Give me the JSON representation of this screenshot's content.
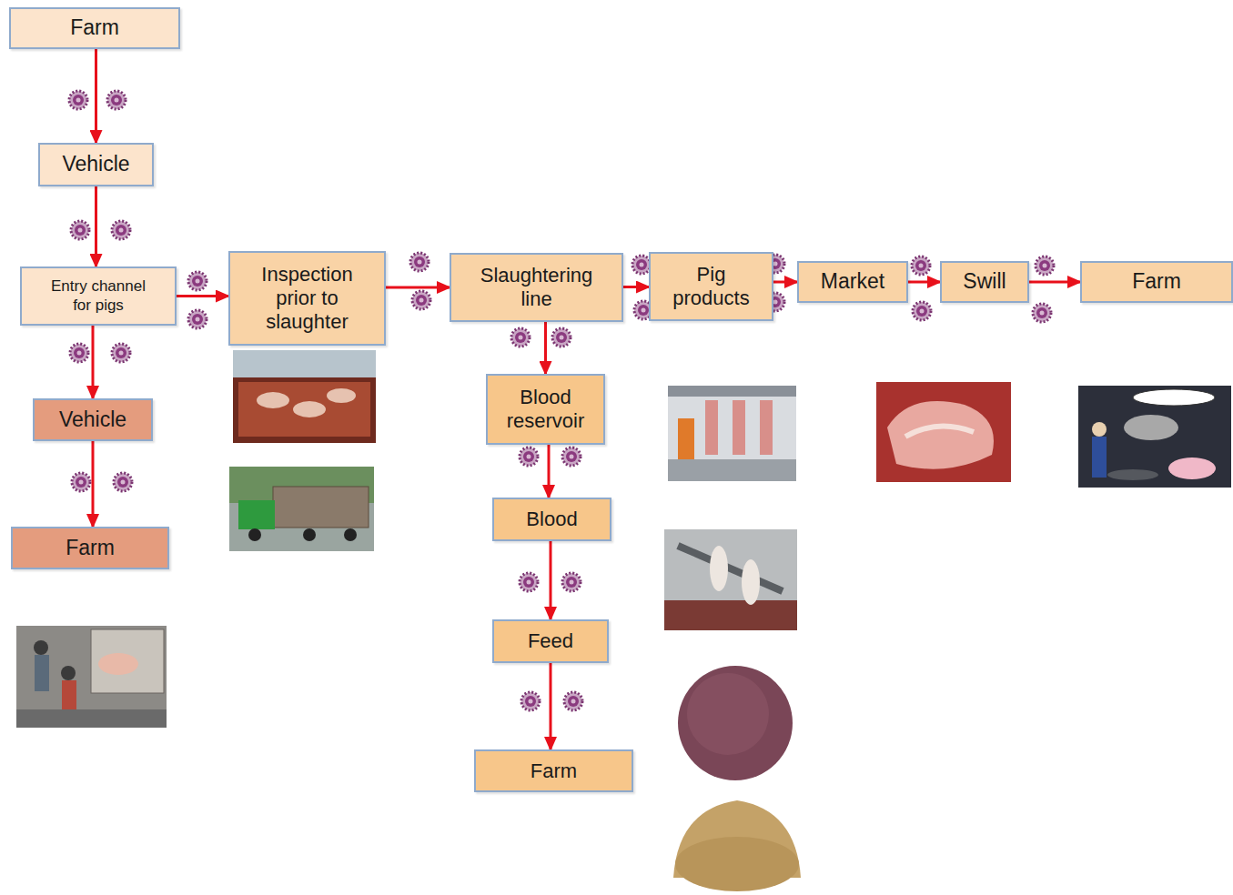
{
  "diagram": {
    "nodes": [
      {
        "text": [
          "Farm"
        ]
      },
      {
        "text": [
          "Vehicle"
        ]
      },
      {
        "text": [
          "Entry channel for pigs"
        ]
      },
      {
        "text": [
          "Inspection prior to slaughter"
        ]
      },
      {
        "text": [
          "Slaughtering line"
        ]
      },
      {
        "text": [
          "Pig products"
        ]
      },
      {
        "text": [
          "Market"
        ]
      },
      {
        "text": [
          "Swill"
        ]
      },
      {
        "text": [
          "Farm"
        ]
      },
      {
        "text": [
          "Vehicle"
        ]
      },
      {
        "text": [
          "Farm"
        ]
      },
      {
        "text": [
          "Blood reservoir"
        ]
      },
      {
        "text": [
          "Blood"
        ]
      },
      {
        "text": [
          "Feed"
        ]
      },
      {
        "text": [
          "Farm"
        ]
      }
    ],
    "edges": [
      {
        "from": 0,
        "to": 1,
        "arrow": "to"
      },
      {
        "from": 1,
        "to": 2,
        "arrow": "to"
      },
      {
        "from": 2,
        "to": 3,
        "arrow": "to"
      },
      {
        "from": 2,
        "to": 9,
        "arrow": "to"
      },
      {
        "from": 9,
        "to": 10,
        "arrow": "to"
      },
      {
        "from": 3,
        "to": 4,
        "arrow": "to"
      },
      {
        "from": 4,
        "to": 5,
        "arrow": "to"
      },
      {
        "from": 5,
        "to": 6,
        "arrow": "to"
      },
      {
        "from": 6,
        "to": 7,
        "arrow": "to"
      },
      {
        "from": 7,
        "to": 8,
        "arrow": "to"
      },
      {
        "from": 4,
        "to": 11,
        "arrow": "to"
      },
      {
        "from": 11,
        "to": 12,
        "arrow": "to"
      },
      {
        "from": 12,
        "to": 13,
        "arrow": "to"
      },
      {
        "from": 13,
        "to": 14,
        "arrow": "to"
      }
    ]
  }
}
